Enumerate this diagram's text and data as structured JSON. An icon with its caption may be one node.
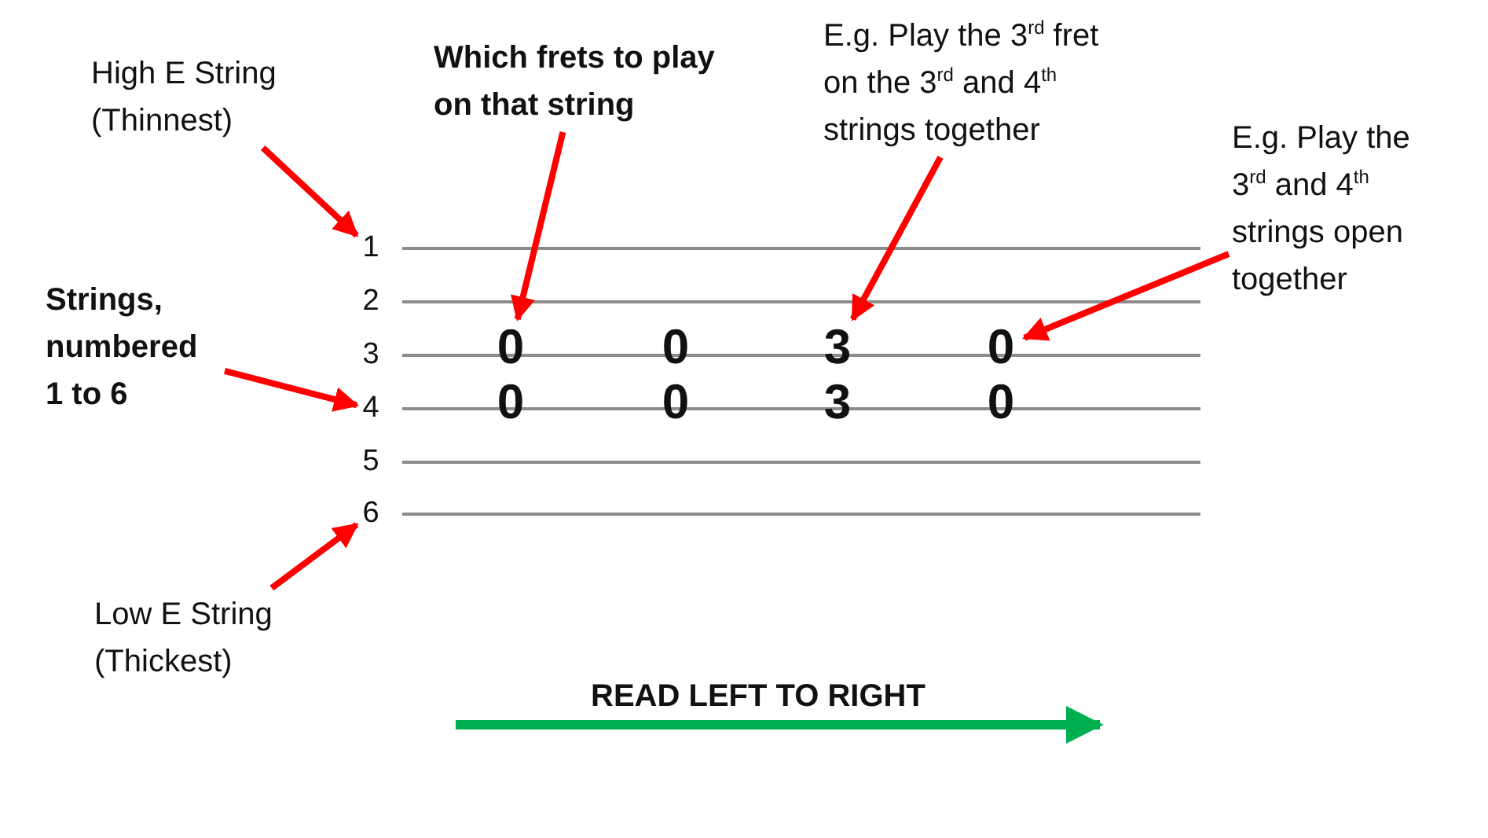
{
  "diagram": {
    "nodes": [
      {
        "text": [
          "High E String (Thinnest)"
        ]
      },
      {
        "text": [
          "Which frets to play on that string"
        ]
      },
      {
        "text": [
          "E.g. Play the 3$^{rd}$ fret on the 3$^{rd}$ and 4$^{th}$ strings together"
        ]
      },
      {
        "text": [
          "E.g. Play the 3$^{rd}$ and 4$^{th}$ strings open together"
        ]
      },
      {
        "text": [
          "Strings, numbered 1 to 6"
        ]
      },
      {
        "text": [
          "Low E String (Thickest)"
        ]
      },
      {
        "text": [
          "1"
        ]
      },
      {
        "text": [
          "2"
        ]
      },
      {
        "text": [
          "3"
        ]
      },
      {
        "text": [
          "4"
        ]
      },
      {
        "text": [
          "5"
        ]
      },
      {
        "text": [
          "6"
        ]
      },
      {
        "text": [
          "0"
        ]
      },
      {
        "text": [
          "0"
        ]
      },
      {
        "text": [
          "3"
        ]
      },
      {
        "text": [
          "0"
        ]
      },
      {
        "text": [
          "0"
        ]
      },
      {
        "text": [
          "0"
        ]
      },
      {
        "text": [
          "3"
        ]
      },
      {
        "text": [
          "0"
        ]
      }
    ],
    "edges": [
      {
        "from": 0,
        "to": 6,
        "arrow": "to"
      },
      {
        "from": 4,
        "to": 9,
        "arrow": "to"
      },
      {
        "from": 5,
        "to": 11,
        "arrow": "to"
      },
      {
        "from": 1,
        "to": 12,
        "arrow": "to"
      },
      {
        "from": 2,
        "to": 14,
        "arrow": "to"
      },
      {
        "from": 3,
        "to": 15,
        "arrow": "to"
      }
    ],
    "labels": [
      "READ LEFT TO RIGHT"
    ]
  }
}
